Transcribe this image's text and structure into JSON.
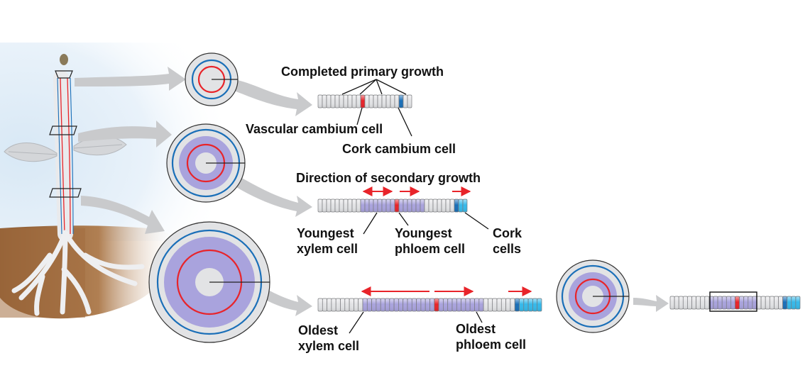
{
  "labels": {
    "completed_primary_growth": "Completed primary growth",
    "vascular_cambium_cell": "Vascular cambium cell",
    "cork_cambium_cell": "Cork cambium cell",
    "direction_of_secondary_growth": "Direction of secondary growth",
    "youngest_xylem_line1": "Youngest",
    "youngest_xylem_line2": "xylem cell",
    "youngest_phloem_line1": "Youngest",
    "youngest_phloem_line2": "phloem cell",
    "cork_cells_line1": "Cork",
    "cork_cells_line2": "cells",
    "oldest_xylem_line1": "Oldest",
    "oldest_xylem_line2": "xylem cell",
    "oldest_phloem_line1": "Oldest",
    "oldest_phloem_line2": "phloem cell"
  },
  "colors": {
    "vascular_cambium": "#e8242a",
    "cork_cambium": "#1a6fb8",
    "cork_cell": "#35b9ea",
    "xylem_phloem": "#a9a3dd",
    "plain_cell": "#e2e3e5",
    "arrow_gray": "#c9cacc",
    "direction_arrow": "#e8242a",
    "soil": "#a06a3e",
    "sky": "#cfe3f3"
  },
  "icons": {
    "plant": "seedling-with-roots-icon",
    "growth_arrow": "curved-gray-arrow-icon"
  }
}
